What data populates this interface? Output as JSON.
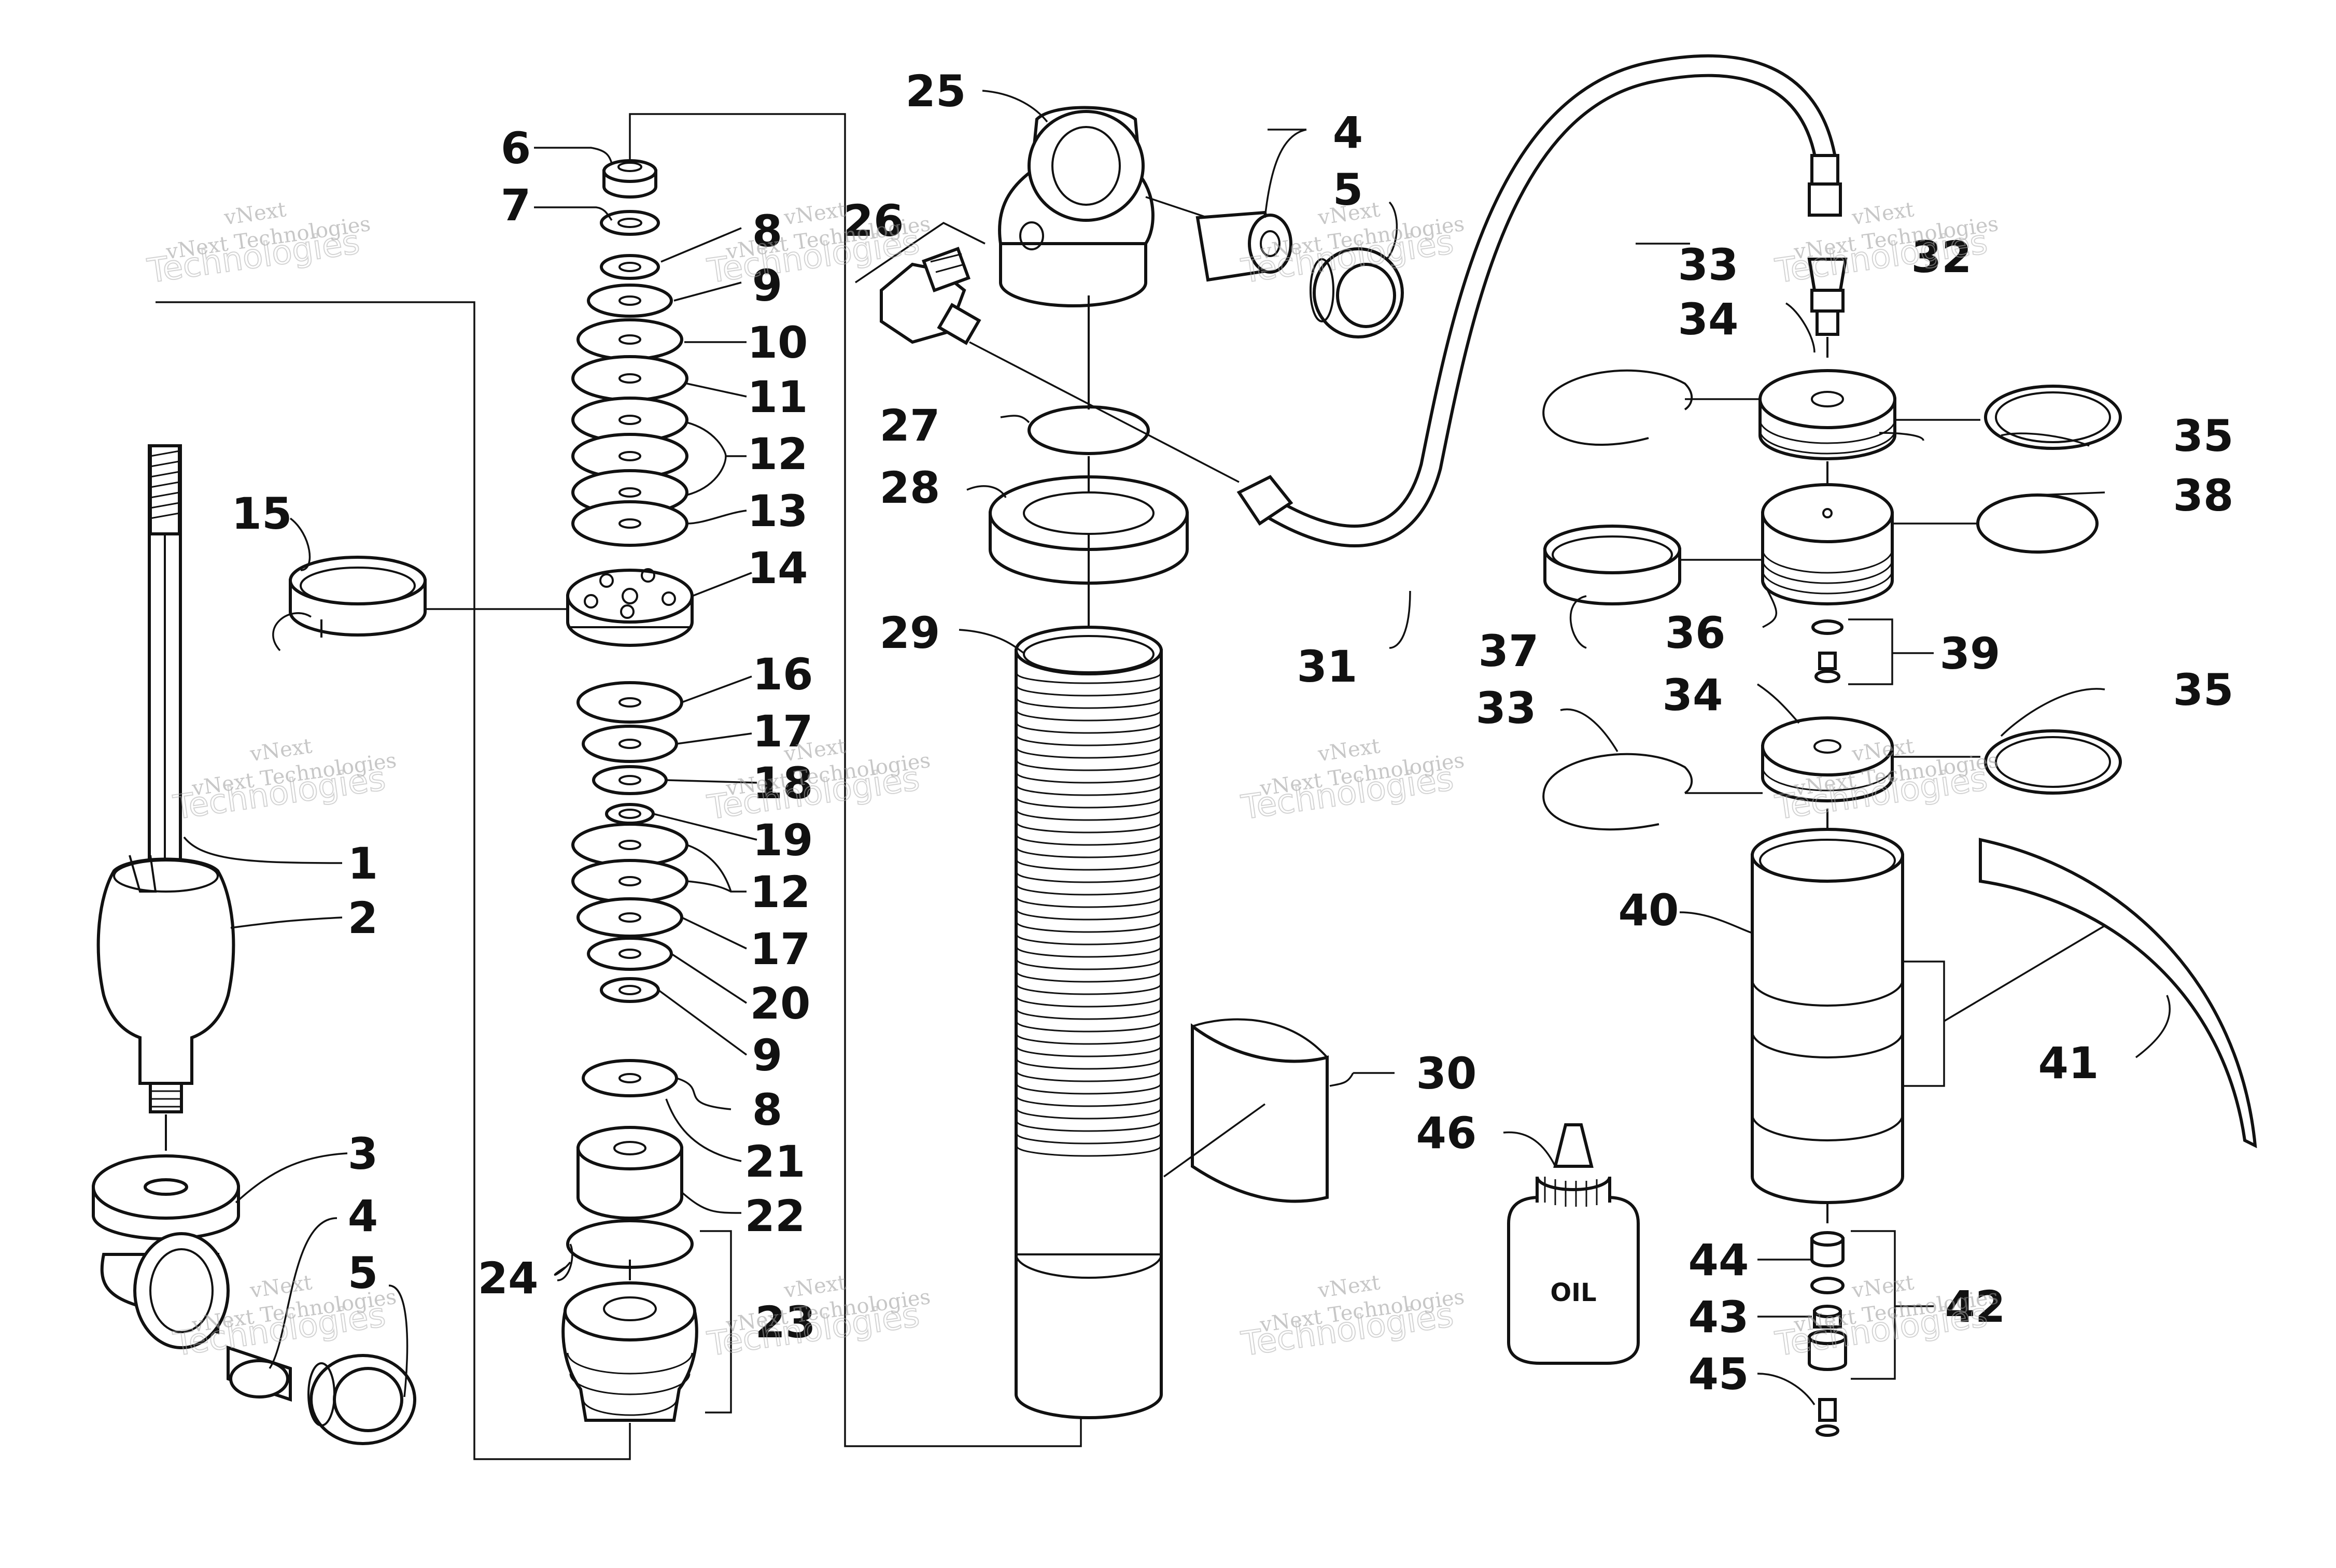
{
  "callouts": {
    "c1": "1",
    "c2": "2",
    "c3": "3",
    "c4a": "4",
    "c5a": "5",
    "c6": "6",
    "c7": "7",
    "c8a": "8",
    "c9a": "9",
    "c10": "10",
    "c11": "11",
    "c12a": "12",
    "c13": "13",
    "c14": "14",
    "c15": "15",
    "c16": "16",
    "c17a": "17",
    "c18": "18",
    "c19": "19",
    "c12b": "12",
    "c17b": "17",
    "c20": "20",
    "c9b": "9",
    "c8b": "8",
    "c21": "21",
    "c22": "22",
    "c23": "23",
    "c24": "24",
    "c25": "25",
    "c26": "26",
    "c4b": "4",
    "c5b": "5",
    "c27": "27",
    "c28": "28",
    "c29": "29",
    "c30": "30",
    "c46": "46",
    "c31": "31",
    "c32": "32",
    "c33a": "33",
    "c34a": "34",
    "c35a": "35",
    "c38": "38",
    "c37": "37",
    "c36": "36",
    "c39": "39",
    "c33b": "33",
    "c34b": "34",
    "c35b": "35",
    "c40": "40",
    "c41": "41",
    "c44": "44",
    "c42": "42",
    "c43": "43",
    "c45": "45"
  },
  "bottle_label": "OIL",
  "watermark": {
    "small_line1": "vNext",
    "small_line2": "vNext Technologies",
    "big": "Technologies"
  }
}
